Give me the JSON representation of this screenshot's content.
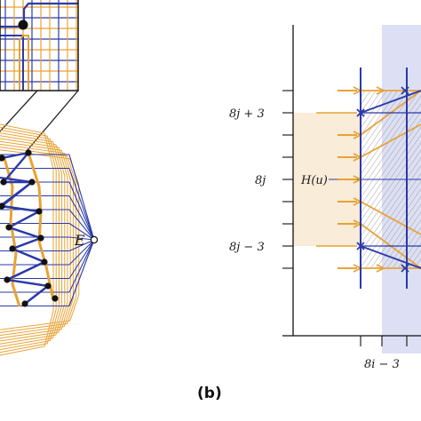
{
  "labels": {
    "node_e": "E",
    "hu": "H(u)",
    "y_top": "8j + 3",
    "y_mid": "8j",
    "y_bot": "8j − 3",
    "x_left": "8i − 3"
  },
  "caption": "(b)",
  "colors": {
    "blue": "#2a3aa8",
    "orange": "#e8a234",
    "orange_fill": "#f9ecd8",
    "blue_fill": "#dde0f4",
    "hatch": "#9a9a9a"
  }
}
